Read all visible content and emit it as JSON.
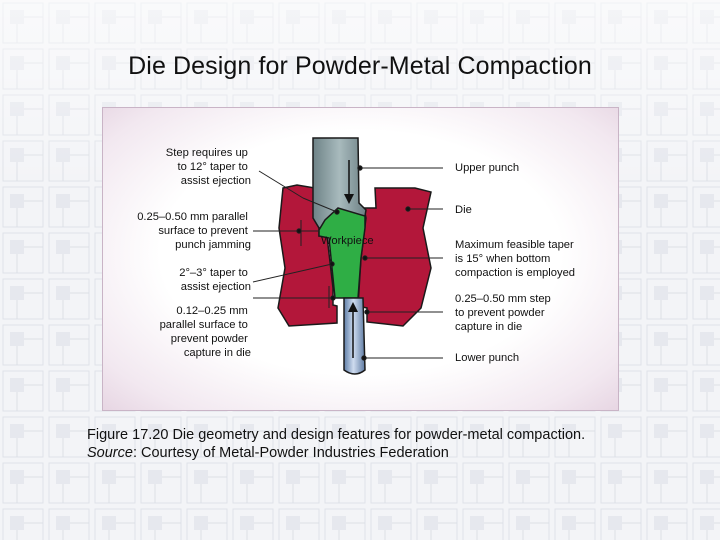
{
  "slide": {
    "title": "Die Design for Powder-Metal Compaction"
  },
  "diagram": {
    "workpiece_label": "Workpiece",
    "left_labels": [
      [
        "Step requires up",
        "to 12° taper to",
        "assist ejection"
      ],
      [
        "0.25–0.50 mm parallel",
        "surface to prevent",
        "punch jamming"
      ],
      [
        "2°–3° taper to",
        "assist ejection"
      ],
      [
        "0.12–0.25 mm",
        "parallel surface to",
        "prevent powder",
        "capture in die"
      ]
    ],
    "right_labels": [
      [
        "Upper punch"
      ],
      [
        "Die"
      ],
      [
        "Maximum feasible taper",
        "is 15° when bottom",
        "compaction is employed"
      ],
      [
        "0.25–0.50 mm step",
        "to prevent powder",
        "capture in die"
      ],
      [
        "Lower punch"
      ]
    ],
    "colors": {
      "die": "#b3173a",
      "workpiece": "#2fae45",
      "upper_punch": "#7f9498",
      "lower_punch": "#8aa4c8"
    }
  },
  "caption": {
    "line1": "Figure 17.20  Die geometry and design features for powder-metal compaction.",
    "source_label": "Source",
    "source_text": ":  Courtesy of Metal-Powder Industries Federation"
  }
}
